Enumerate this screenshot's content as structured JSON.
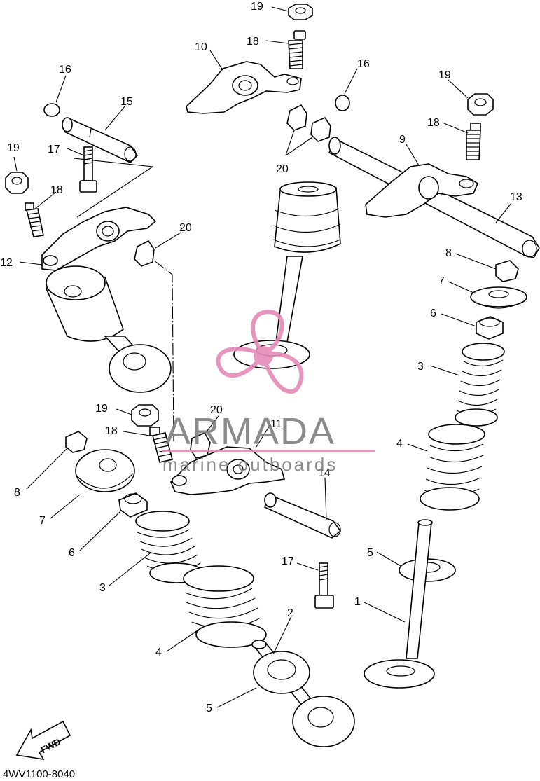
{
  "diagram": {
    "part_code": "4WV1100-8040",
    "fwd_label": "FWD",
    "watermark": {
      "brand": "ARMADA",
      "tagline": "marine outboards",
      "accent_color": "#e58ab8",
      "text_color": "#7f7f7f"
    },
    "callouts": [
      {
        "id": "c19a",
        "label": "19"
      },
      {
        "id": "c18a",
        "label": "18"
      },
      {
        "id": "c10",
        "label": "10"
      },
      {
        "id": "c16a",
        "label": "16"
      },
      {
        "id": "c15",
        "label": "15"
      },
      {
        "id": "c16b",
        "label": "16"
      },
      {
        "id": "c19b",
        "label": "19"
      },
      {
        "id": "c17a",
        "label": "17"
      },
      {
        "id": "c19c",
        "label": "19"
      },
      {
        "id": "c18b",
        "label": "18"
      },
      {
        "id": "c18c",
        "label": "18"
      },
      {
        "id": "c9",
        "label": "9"
      },
      {
        "id": "c20a",
        "label": "20"
      },
      {
        "id": "c13",
        "label": "13"
      },
      {
        "id": "c12",
        "label": "12"
      },
      {
        "id": "c20b",
        "label": "20"
      },
      {
        "id": "c8a",
        "label": "8"
      },
      {
        "id": "c7a",
        "label": "7"
      },
      {
        "id": "c6a",
        "label": "6"
      },
      {
        "id": "c3a",
        "label": "3"
      },
      {
        "id": "c19d",
        "label": "19"
      },
      {
        "id": "c20c",
        "label": "20"
      },
      {
        "id": "c18d",
        "label": "18"
      },
      {
        "id": "c11",
        "label": "11"
      },
      {
        "id": "c4a",
        "label": "4"
      },
      {
        "id": "c14",
        "label": "14"
      },
      {
        "id": "c8b",
        "label": "8"
      },
      {
        "id": "c7b",
        "label": "7"
      },
      {
        "id": "c6b",
        "label": "6"
      },
      {
        "id": "c5a",
        "label": "5"
      },
      {
        "id": "c17b",
        "label": "17"
      },
      {
        "id": "c3b",
        "label": "3"
      },
      {
        "id": "c1",
        "label": "1"
      },
      {
        "id": "c2",
        "label": "2"
      },
      {
        "id": "c4b",
        "label": "4"
      },
      {
        "id": "c5b",
        "label": "5"
      }
    ]
  }
}
